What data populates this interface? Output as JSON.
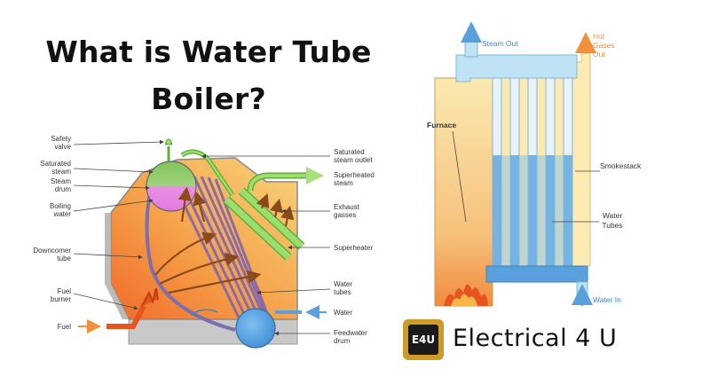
{
  "title": {
    "line1": "What is Water Tube",
    "line2": "Boiler?"
  },
  "left_labels": {
    "safety_valve": [
      "Safety",
      "valve"
    ],
    "saturated_steam": [
      "Saturated",
      "steam"
    ],
    "steam_drum": [
      "Steam",
      "drum"
    ],
    "boiling_water": [
      "Boiling",
      "water"
    ],
    "downcomer_tube": [
      "Downcomer",
      "tube"
    ],
    "fuel_burner": [
      "Fuel",
      "burner"
    ],
    "fuel": "Fuel",
    "saturated_steam_outlet": [
      "Saturated",
      "steam outlet"
    ],
    "superheated_steam": [
      "Superheated",
      "steam"
    ],
    "exhaust_gasses": [
      "Exhaust",
      "gasses"
    ],
    "superheater": "Superheater",
    "water_tubes": [
      "Water",
      "tubes"
    ],
    "water": "Water",
    "feedwater_drum": [
      "Feedwater",
      "drum"
    ]
  },
  "right_labels": {
    "steam_out": "Steam Out",
    "hot_gases_out": [
      "Hot",
      "Gases",
      "Out"
    ],
    "furnace": "Furnace",
    "smokestack": "Smokestack",
    "water_tubes": [
      "Water",
      "Tubes"
    ],
    "water_in": "Water In"
  },
  "brand": {
    "logo_text": "E4U",
    "name": "Electrical 4 U"
  },
  "colors": {
    "flame": "#e8541e",
    "water": "#5aa0dc",
    "steam": "#8ccf6a",
    "furnace_fill": "#f7e3a6",
    "drum_top": "#7fc45a",
    "drum_bottom": "#e07adf",
    "superheater": "#9adf6d"
  }
}
